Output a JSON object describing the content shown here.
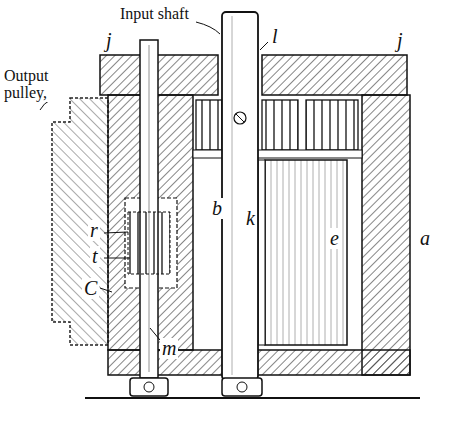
{
  "diagram": {
    "labels": [
      "Input shaft",
      "l",
      "j",
      "j",
      "Output pulley,",
      "r",
      "t",
      "C",
      "b",
      "k",
      "e",
      "a",
      "m"
    ]
  }
}
